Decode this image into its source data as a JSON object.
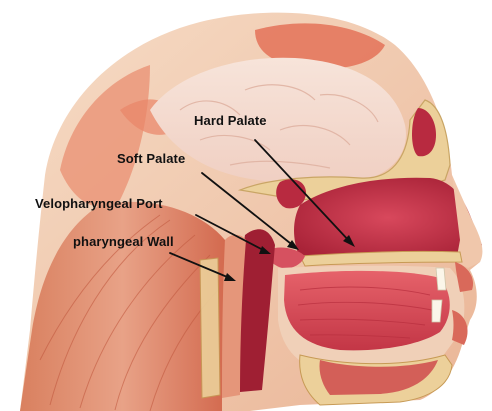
{
  "diagram": {
    "labels": {
      "hard_palate": "Hard Palate",
      "soft_palate": "Soft Palate",
      "velopharyngeal_port": "Velopharyngeal Port",
      "pharyngeal_wall": "pharyngeal Wall"
    },
    "colors": {
      "background": "#ffffff",
      "skin": "#f2cdb4",
      "muscle": "#e4674f",
      "muscle_dark": "#c53a2c",
      "bone": "#e9c98e",
      "cavity": "#c2334a",
      "tongue": "#d84a55",
      "label_text": "#111111",
      "arrow": "#111111"
    }
  }
}
